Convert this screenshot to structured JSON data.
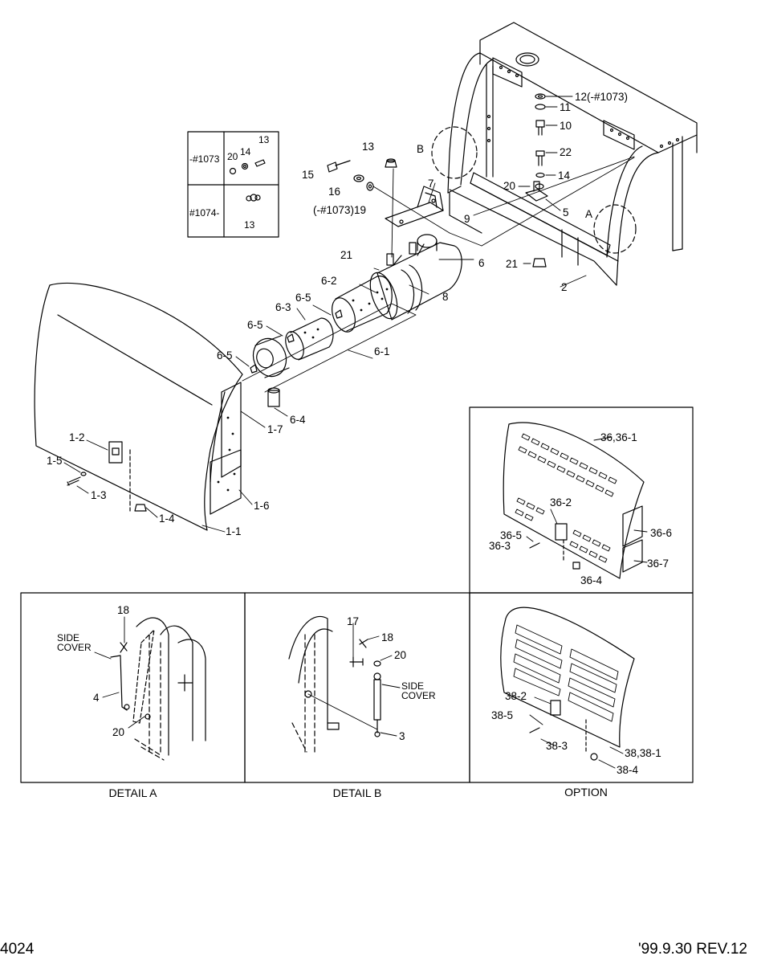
{
  "page_number": "4024",
  "revision": "'99.9.30 REV.12",
  "inset_table": {
    "row1_serial": "-#1073",
    "row2_serial": "#1074-",
    "row1_callouts": [
      "20",
      "14",
      "13"
    ],
    "row2_callouts": [
      "13"
    ]
  },
  "main_callouts": {
    "c1": "12(-#1073)",
    "c2": "11",
    "c3": "10",
    "c4": "22",
    "c5": "14",
    "c6": "20",
    "c7": "5",
    "c8": "A",
    "c9": "B",
    "c10": "13",
    "c11": "15",
    "c12": "16",
    "c13": "(-#1073)19",
    "c14": "7",
    "c15": "9",
    "c16": "21",
    "c17": "6",
    "c18": "21",
    "c19": "2",
    "c20": "6-2",
    "c21": "8",
    "c22": "6-5",
    "c23": "6-3",
    "c24": "6-5",
    "c25": "6-1",
    "c26": "6-5",
    "c27": "6-4",
    "c28": "1-7",
    "c29": "1-2",
    "c30": "1-5",
    "c31": "1-3",
    "c32": "1-6",
    "c33": "1-4",
    "c34": "1-1"
  },
  "option1_callouts": {
    "a": "36,36-1",
    "b": "36-2",
    "c": "36-5",
    "d": "36-3",
    "e": "36-6",
    "f": "36-7",
    "g": "36-4"
  },
  "detail_a": {
    "caption": "DETAIL A",
    "n18": "18",
    "side_cover_1": "SIDE",
    "side_cover_2": "COVER",
    "n4": "4",
    "n20": "20"
  },
  "detail_b": {
    "caption": "DETAIL B",
    "n17": "17",
    "n18": "18",
    "n20": "20",
    "side_cover_1": "SIDE",
    "side_cover_2": "COVER",
    "n3": "3"
  },
  "option2": {
    "caption": "OPTION",
    "a": "38-2",
    "b": "38-5",
    "c": "38-3",
    "d": "38,38-1",
    "e": "38-4"
  }
}
